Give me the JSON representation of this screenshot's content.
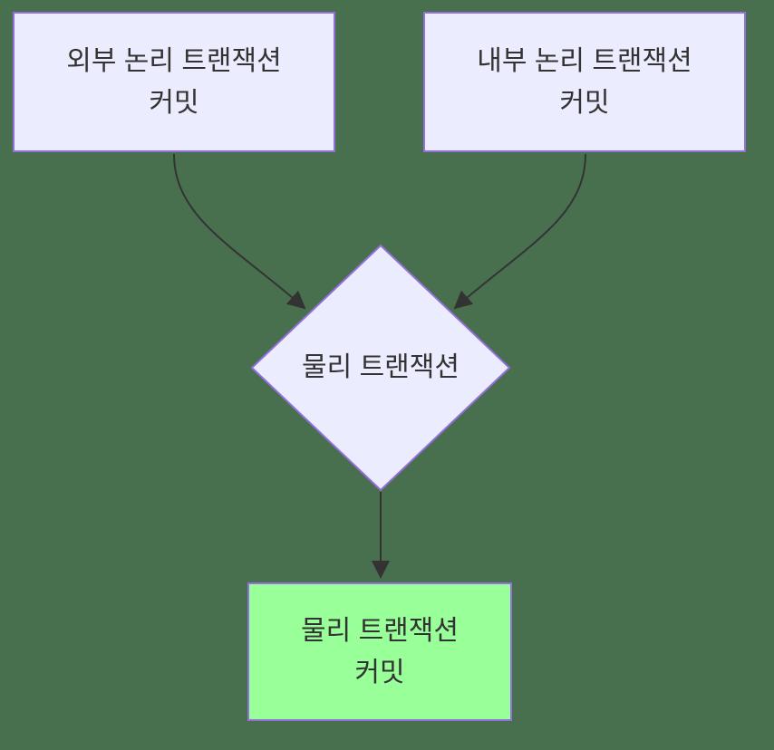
{
  "diagram": {
    "type": "flowchart",
    "colors": {
      "background": "#48704F",
      "node_fill": "#ECECFF",
      "node_border": "#9370DB",
      "highlight_node_fill": "#99FF99",
      "text": "#333333",
      "edge": "#333333"
    },
    "nodes": {
      "external_commit": {
        "shape": "rect",
        "line1": "외부 논리 트랜잭션",
        "line2": "커밋"
      },
      "internal_commit": {
        "shape": "rect",
        "line1": "내부 논리 트랜잭션",
        "line2": "커밋"
      },
      "physical_tx": {
        "shape": "diamond",
        "label": "물리 트랜잭션"
      },
      "physical_commit": {
        "shape": "rect",
        "line1": "물리 트랜잭션",
        "line2": "커밋"
      }
    },
    "edges": [
      {
        "from": "external_commit",
        "to": "physical_tx",
        "style": "curved-arrow"
      },
      {
        "from": "internal_commit",
        "to": "physical_tx",
        "style": "curved-arrow"
      },
      {
        "from": "physical_tx",
        "to": "physical_commit",
        "style": "straight-arrow"
      }
    ]
  }
}
